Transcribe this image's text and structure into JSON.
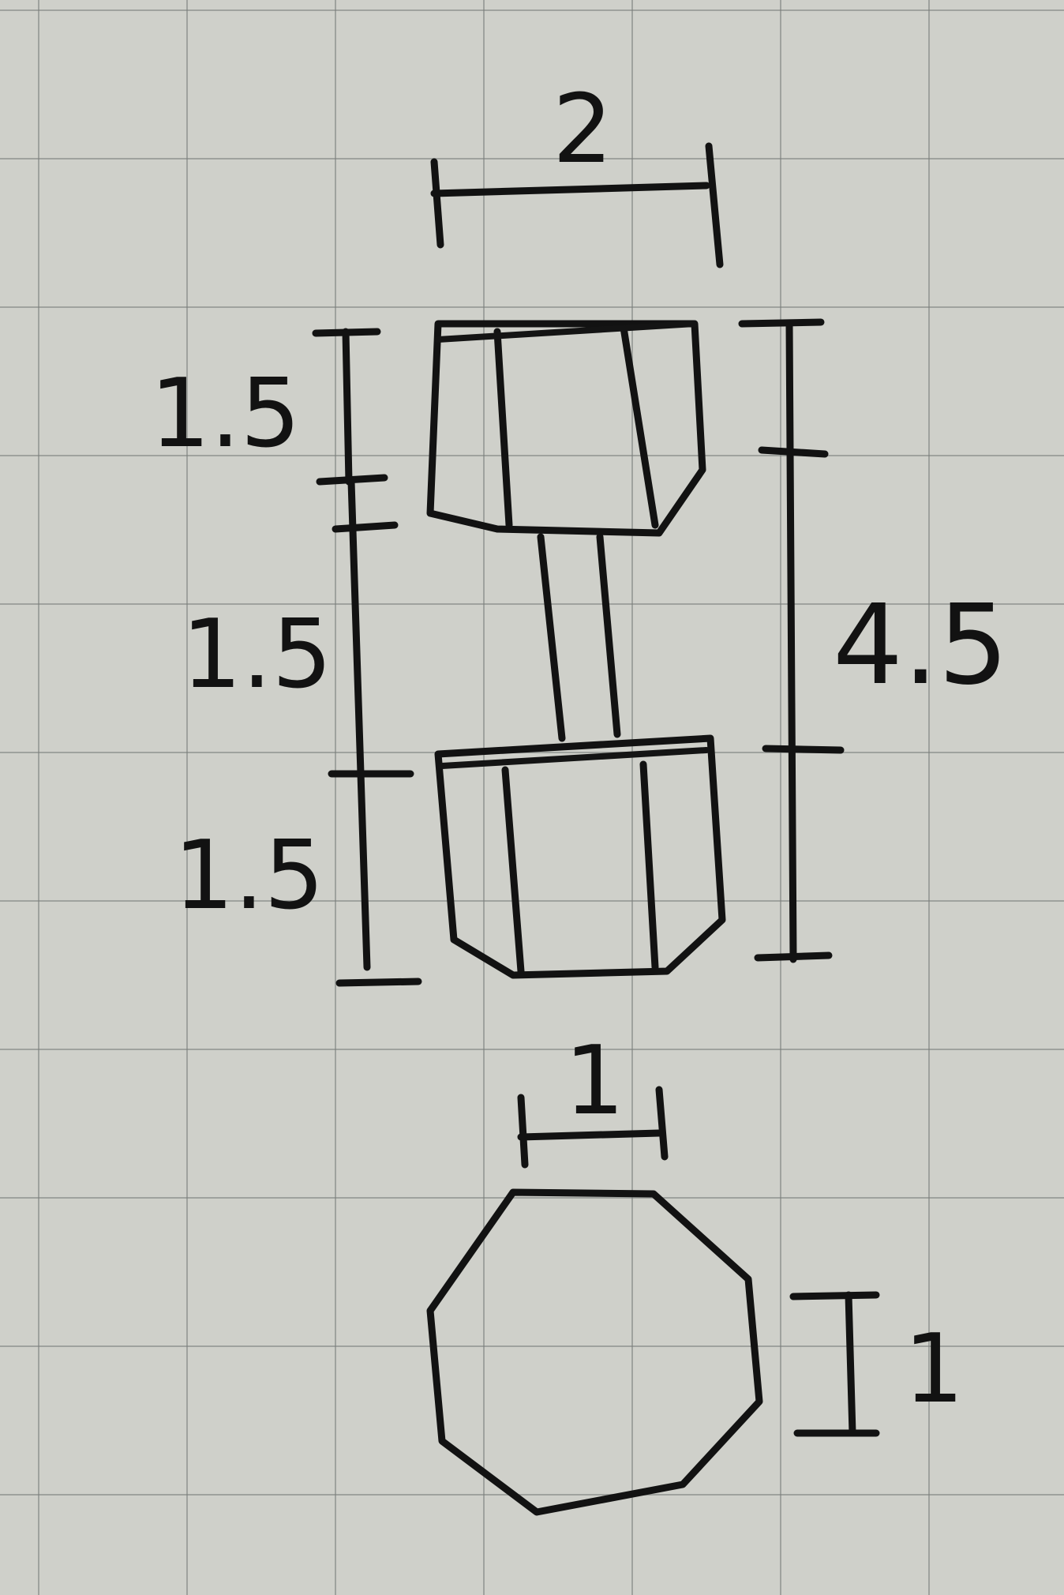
{
  "diagram": {
    "width_label": "2",
    "upper_weight_label": "1.5",
    "handle_label": "1.5",
    "lower_weight_label": "1.5",
    "total_height_label": "4.5",
    "handle_width_label": "1",
    "octagon_side_label": "1"
  },
  "colors": {
    "paper": "#cfd0ca",
    "grid": "#787c7a",
    "ink": "#121212"
  }
}
